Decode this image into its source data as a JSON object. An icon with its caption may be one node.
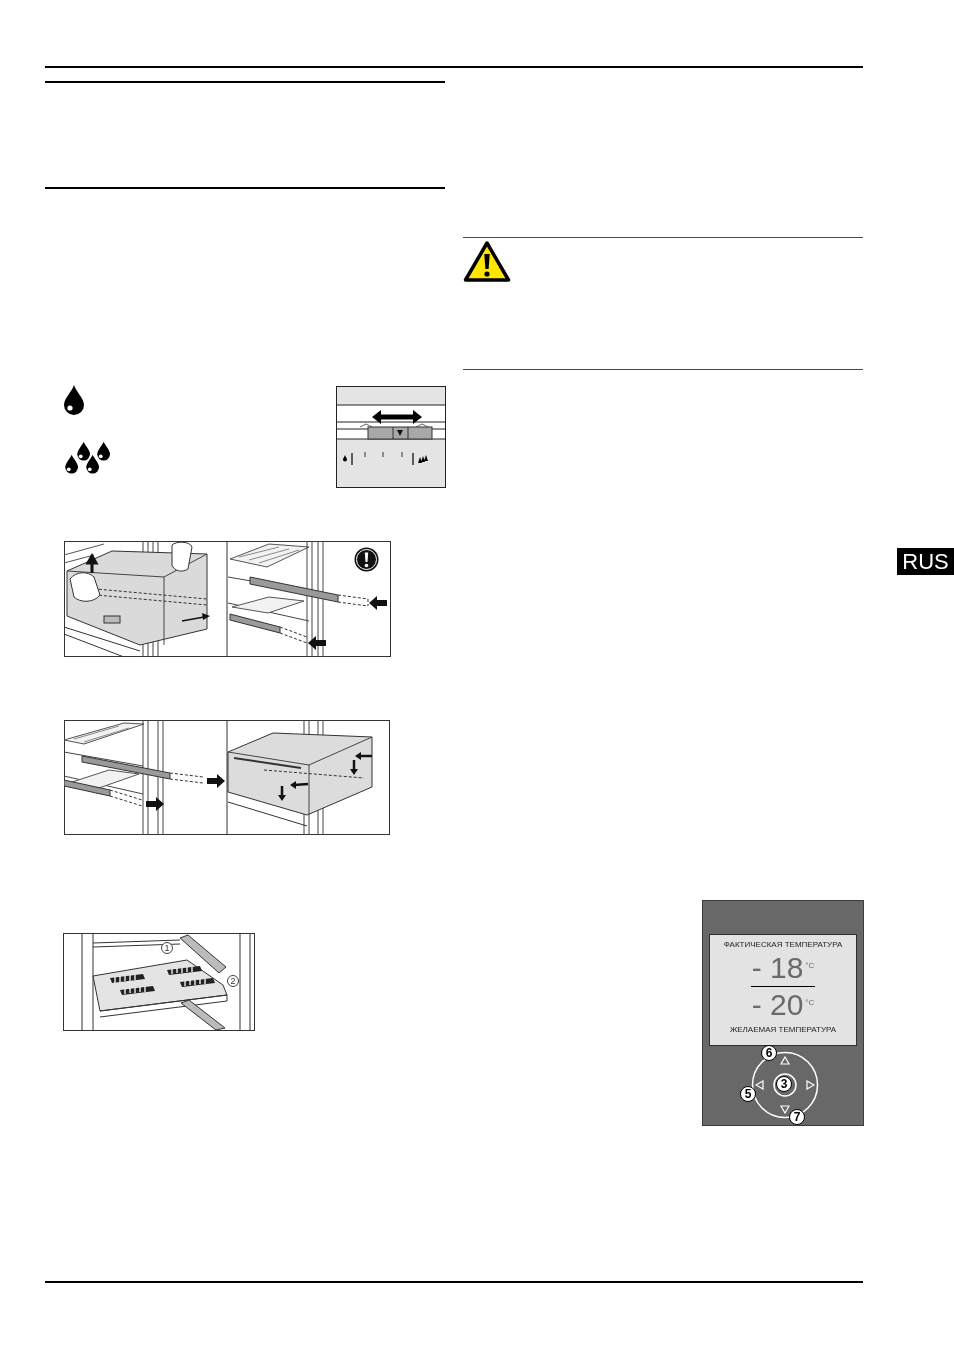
{
  "diagram": {
    "nodes": [
      {
        "text": [
          "RUS"
        ]
      },
      {
        "text": [
          "ФАКТИЧЕСКАЯ ТЕМПЕРАТУРА",
          "- 18",
          "°C",
          "- 20",
          "°C",
          "ЖЕЛАЕМАЯ ТЕМПЕРАТУРА"
        ]
      }
    ],
    "labels": [
      "1",
      "2",
      "6",
      "3",
      "5",
      "7"
    ]
  }
}
